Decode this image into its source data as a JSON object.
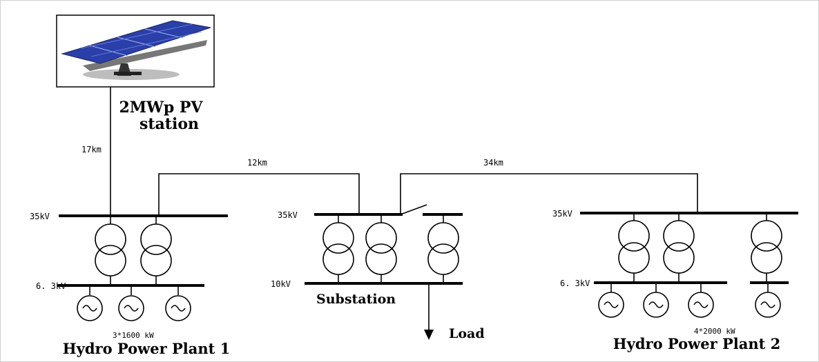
{
  "pv_station": {
    "title_line1": "2MWp PV",
    "title_line2": "station",
    "image": "solar-panel"
  },
  "lines": {
    "pv_to_hpp1": "17km",
    "hpp1_to_substation": "12km",
    "substation_to_hpp2": "34km"
  },
  "hydro_plant_1": {
    "name": "Hydro Power Plant 1",
    "hv_bus": "35kV",
    "lv_bus": "6. 3kV",
    "rating": "3*1600  kW"
  },
  "substation": {
    "name": "Substation",
    "hv_bus": "35kV",
    "lv_bus": "10kV",
    "load": "Load"
  },
  "hydro_plant_2": {
    "name": "Hydro Power Plant 2",
    "hv_bus": "35kV",
    "lv_bus": "6. 3kV",
    "rating": "4*2000  kW"
  },
  "colors": {
    "line": "#000000",
    "panel_blue": "#2b3fa8"
  }
}
